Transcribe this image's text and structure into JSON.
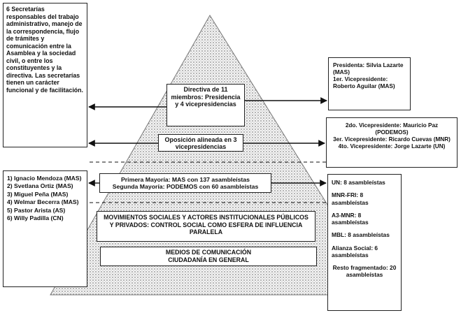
{
  "left_top": {
    "text": "6 Secretarías responsables del trabajo administrativo, manejo de la correspondencia, flujo de trámites y comunicación entre la Asamblea y la sociedad civil, o entre los constituyentes y la directiva. Las secretarías tienen un carácter funcional y de facilitación."
  },
  "left_bottom": {
    "items": [
      "1) Ignacio Mendoza (MAS)",
      "2) Svetlana Ortiz (MAS)",
      "3) Miguel Peña (MAS)",
      "4) Welmar Becerra (MAS)",
      "5) Pastor Arista (AS)",
      "6) Willy Padilla (CN)"
    ]
  },
  "directiva": {
    "text": "Directiva de 11 miembros: Presidencia y 4 vicepresidencias"
  },
  "oposicion": {
    "text": "Oposición alineada en 3 vicepresidencias"
  },
  "mayorias": {
    "primera": "Primera Mayoría: MAS con 137 asambleístas",
    "segunda": "Segunda Mayoría: PODEMOS con 60 asambleístas"
  },
  "movimientos": {
    "text": "MOVIMIENTOS SOCIALES Y ACTORES INSTITUCIONALES PÚBLICOS Y PRIVADOS: CONTROL SOCIAL COMO ESFERA DE INFLUENCIA PARALELA"
  },
  "medios": {
    "line1": "MEDIOS DE COMUNICACIÓN",
    "line2": "CIUDADANÍA EN GENERAL"
  },
  "right_top": {
    "presidenta": "Presidenta: Silvia Lazarte (MAS)",
    "vicepresidente": "1er. Vicepresidente: Roberto Aguilar (MAS)"
  },
  "right_mid": {
    "vp2": "2do. Vicepresidente: Mauricio Paz (PODEMOS)",
    "vp3": "3er. Vicepresidente: Ricardo Cuevas (MNR)",
    "vp4": "4to. Vicepresidente: Jorge Lazarte (UN)"
  },
  "right_bottom": {
    "un": "UN: 8 asambleístas",
    "mnr_fri": "MNR-FRI: 8 asambleístas",
    "a3_mnr": "A3-MNR: 8 asambleístas",
    "mbl": "MBL: 8 asambleístas",
    "alianza": "Alianza Social: 6 asambleístas",
    "resto": "Resto fragmentado: 20 asambleístas"
  }
}
